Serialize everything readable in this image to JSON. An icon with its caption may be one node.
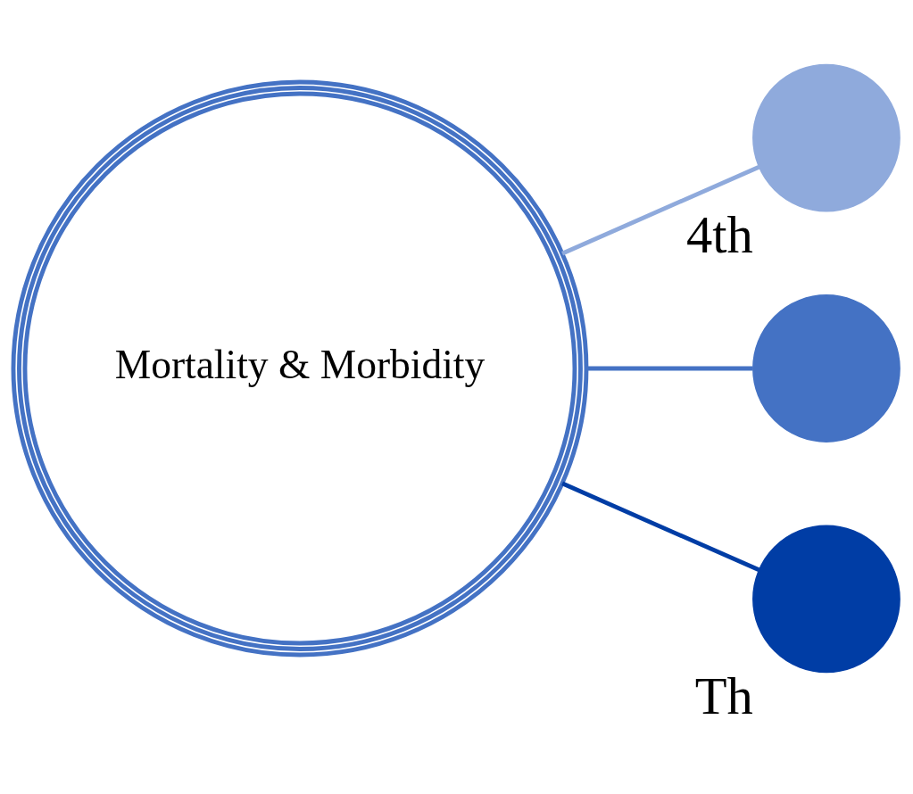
{
  "diagram": {
    "nodes": [
      {
        "text": [
          "Mortality & Morbidity"
        ]
      },
      {
        "text": [],
        "shape": "circle",
        "beside": [
          "4th"
        ]
      },
      {
        "text": [],
        "shape": "circle"
      },
      {
        "text": [],
        "shape": "circle",
        "beside": [
          "Th"
        ]
      }
    ],
    "edges": [
      {
        "from": 0,
        "to": 1,
        "arrow": "none",
        "color": "#8faadc"
      },
      {
        "from": 0,
        "to": 2,
        "arrow": "none",
        "color": "#4472c4"
      },
      {
        "from": 0,
        "to": 3,
        "arrow": "none",
        "color": "#003da5"
      }
    ]
  }
}
